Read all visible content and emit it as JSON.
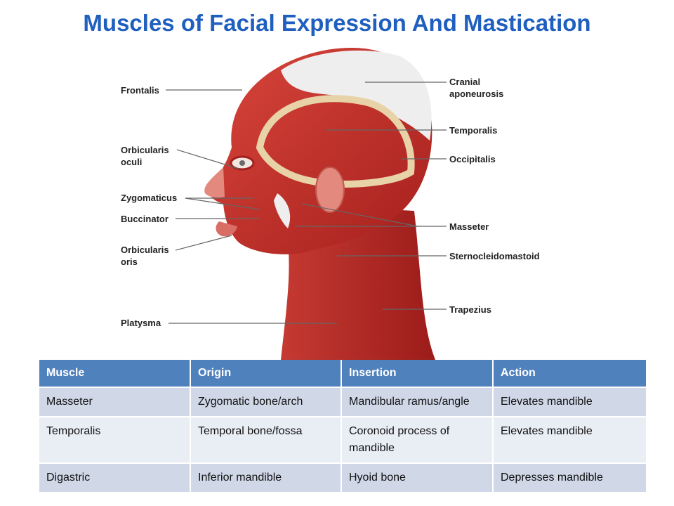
{
  "title": "Muscles of Facial Expression And Mastication",
  "labels_left": [
    {
      "id": "frontalis",
      "text": "Frontalis"
    },
    {
      "id": "orbicularis-oculi",
      "text": "Orbicularis\noculi"
    },
    {
      "id": "zygomaticus",
      "text": "Zygomaticus"
    },
    {
      "id": "buccinator",
      "text": "Buccinator"
    },
    {
      "id": "orbicularis-oris",
      "text": "Orbicularis\noris"
    },
    {
      "id": "platysma",
      "text": "Platysma"
    }
  ],
  "labels_right": [
    {
      "id": "cranial-aponeurosis",
      "text": "Cranial\naponeurosis"
    },
    {
      "id": "temporalis",
      "text": "Temporalis"
    },
    {
      "id": "occipitalis",
      "text": "Occipitalis"
    },
    {
      "id": "masseter",
      "text": "Masseter"
    },
    {
      "id": "sternocleidomastoid",
      "text": "Sternocleidomastoid"
    },
    {
      "id": "trapezius",
      "text": "Trapezius"
    }
  ],
  "table": {
    "headers": [
      "Muscle",
      "Origin",
      "Insertion",
      "Action"
    ],
    "rows": [
      [
        "Masseter",
        "Zygomatic bone/arch",
        "Mandibular ramus/angle",
        "Elevates mandible"
      ],
      [
        "Temporalis",
        "Temporal bone/fossa",
        "Coronoid process of mandible",
        "Elevates mandible"
      ],
      [
        "Digastric",
        "Inferior mandible",
        "Hyoid bone",
        "Depresses mandible"
      ]
    ]
  },
  "colors": {
    "title": "#1f5fbf",
    "header_bg": "#4f81bd",
    "row_odd": "#d0d8e8",
    "row_even": "#e9edf4",
    "muscle": "#c9302c",
    "tendon": "#e8d3a8",
    "aponeurosis": "#eeeeee"
  }
}
